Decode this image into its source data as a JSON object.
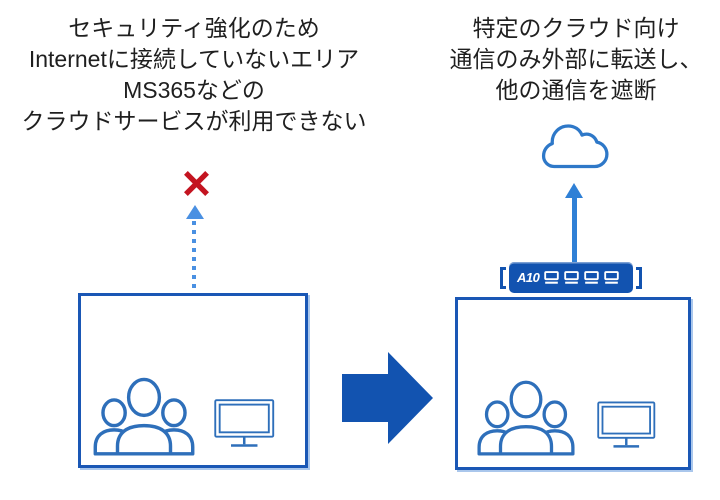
{
  "colors": {
    "primary_blue": "#1253b0",
    "box_border_blue": "#1a57b5",
    "light_blue": "#4a90e2",
    "arrow_blue": "#2f80d6",
    "icon_blue": "#2e6fba",
    "cloud_blue": "#2e78c8",
    "blocked_red": "#c41420",
    "text_color": "#1f1f1f"
  },
  "before": {
    "caption_lines": [
      "セキュリティ強化のため",
      "Internetに接続していないエリア",
      "MS365などの",
      "クラウドサービスが利用できない"
    ],
    "icons": {
      "blocked": "red-x-icon",
      "arrow": "dotted-up-arrow",
      "box": [
        "users-group-icon",
        "desktop-monitor-icon"
      ]
    }
  },
  "after": {
    "caption_lines": [
      "特定のクラウド向け",
      "通信のみ外部に転送し、",
      "他の通信を遮断"
    ],
    "appliance_label": "A10",
    "appliance_ports": 4,
    "icons": {
      "cloud": "cloud-icon",
      "arrow": "solid-up-arrow",
      "box": [
        "users-group-icon",
        "desktop-monitor-icon"
      ]
    }
  },
  "transition": {
    "icon": "right-block-arrow"
  }
}
